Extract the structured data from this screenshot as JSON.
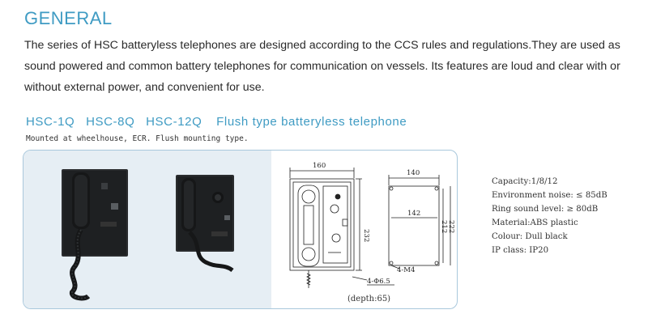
{
  "heading": "GENERAL",
  "intro": "The series of HSC batteryless telephones are designed according to the CCS rules and regulations.They are used as sound powered and common battery telephones  for communication on vessels. Its features are loud and clear  with or without external power, and convenient for use.",
  "product": {
    "models": [
      "HSC-1Q",
      "HSC-8Q",
      "HSC-12Q"
    ],
    "name": "Flush type batteryless telephone",
    "mounting": "Mounted at wheelhouse, ECR. Flush mounting type."
  },
  "diagram": {
    "front_width": "160",
    "front_height": "232",
    "side_width": "140",
    "inner_width": "142",
    "side_height_inner": "212",
    "side_height_outer": "222",
    "hole_note": "4-M4",
    "screw_note": "4-Φ6.5",
    "depth_note": "(depth:65)"
  },
  "specs": [
    "Capacity:1/8/12",
    "Environment noise: ≤ 85dB",
    "Ring sound level: ≥ 80dB",
    "Material:ABS plastic",
    "Colour: Dull black",
    "IP class: IP20"
  ]
}
